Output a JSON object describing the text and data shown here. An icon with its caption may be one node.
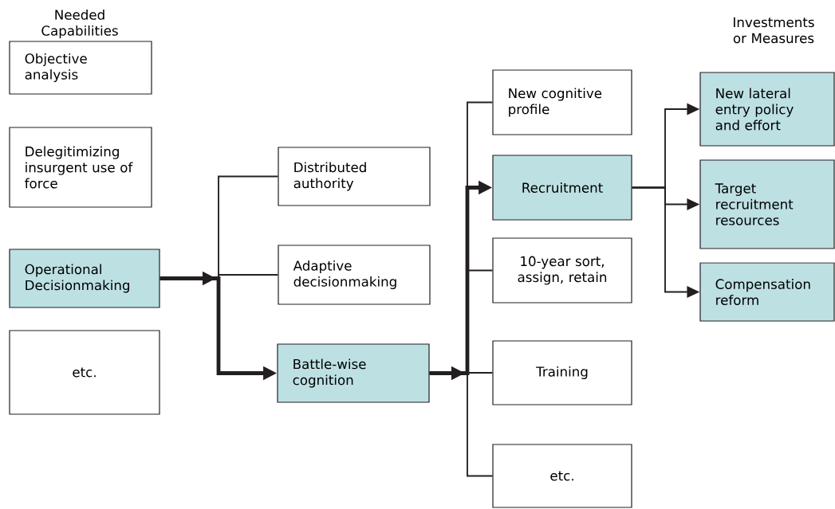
{
  "diagram": {
    "nodes": [
      {
        "text": [
          "Objective analysis"
        ]
      },
      {
        "text": [
          "Delegitimizing insurgent use of force"
        ]
      },
      {
        "text": [
          "Operational Decisionmaking"
        ]
      },
      {
        "text": [
          "etc."
        ]
      },
      {
        "text": [
          "Distributed authority"
        ]
      },
      {
        "text": [
          "Adaptive decisionmaking"
        ]
      },
      {
        "text": [
          "Battle-wise cognition"
        ]
      },
      {
        "text": [
          "New cognitive profile"
        ]
      },
      {
        "text": [
          "Recruitment"
        ]
      },
      {
        "text": [
          "10-year sort, assign, retain"
        ]
      },
      {
        "text": [
          "Training"
        ]
      },
      {
        "text": [
          "etc."
        ]
      },
      {
        "text": [
          "New lateral entry policy and effort"
        ]
      },
      {
        "text": [
          "Target recruitment resources"
        ]
      },
      {
        "text": [
          "Compensation reform"
        ]
      }
    ],
    "edges": [
      {
        "from": 2,
        "to": 4,
        "arrow": "none"
      },
      {
        "from": 2,
        "to": 5,
        "arrow": "none"
      },
      {
        "from": 2,
        "to": 6,
        "arrow": "to",
        "style": "thick"
      },
      {
        "from": 6,
        "to": 7,
        "arrow": "none"
      },
      {
        "from": 6,
        "to": 8,
        "arrow": "to",
        "style": "thick"
      },
      {
        "from": 6,
        "to": 9,
        "arrow": "none"
      },
      {
        "from": 6,
        "to": 10,
        "arrow": "none"
      },
      {
        "from": 6,
        "to": 11,
        "arrow": "none"
      },
      {
        "from": 8,
        "to": 12,
        "arrow": "to"
      },
      {
        "from": 8,
        "to": 13,
        "arrow": "to"
      },
      {
        "from": 8,
        "to": 14,
        "arrow": "to"
      }
    ],
    "labels": [
      "Needed Capabilities",
      "Investments or Measures"
    ]
  }
}
